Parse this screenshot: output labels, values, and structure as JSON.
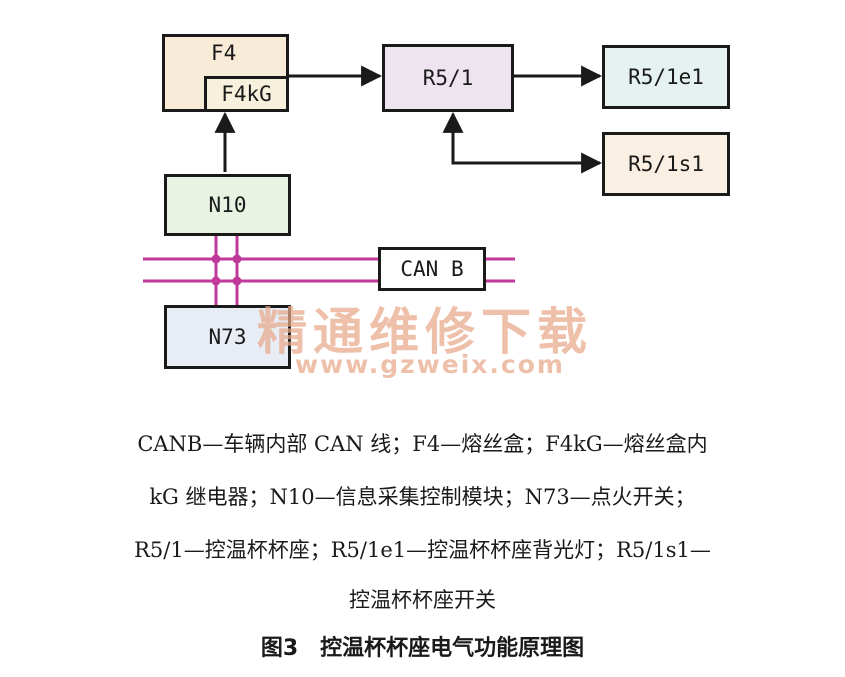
{
  "diagram": {
    "nodes": {
      "f4": {
        "label": "F4",
        "color": "#f8ecd8"
      },
      "f4kg": {
        "label": "F4kG",
        "color": "#f6f0dc"
      },
      "r51": {
        "label": "R5/1",
        "color": "#eee4ef"
      },
      "r51e1": {
        "label": "R5/1e1",
        "color": "#e6f2f1"
      },
      "r51s1": {
        "label": "R5/1s1",
        "color": "#f9efe2"
      },
      "n10": {
        "label": "N10",
        "color": "#e8f3e3"
      },
      "canb": {
        "label": "CAN B",
        "color": "#ffffff"
      },
      "n73": {
        "label": "N73",
        "color": "#e7ecf5"
      }
    },
    "bus_color": "#c0399a"
  },
  "watermark": {
    "text": "精通维修下载",
    "url": "www.gzweix.com"
  },
  "caption": {
    "lines": [
      "CANB—车辆内部 CAN 线；F4—熔丝盒；F4kG—熔丝盒内",
      "kG 继电器；N10—信息采集控制模块；N73—点火开关；",
      "R5/1—控温杯杯座；R5/1e1—控温杯杯座背光灯；R5/1s1—",
      "控温杯杯座开关"
    ],
    "figure_title": "图3　控温杯杯座电气功能原理图"
  }
}
